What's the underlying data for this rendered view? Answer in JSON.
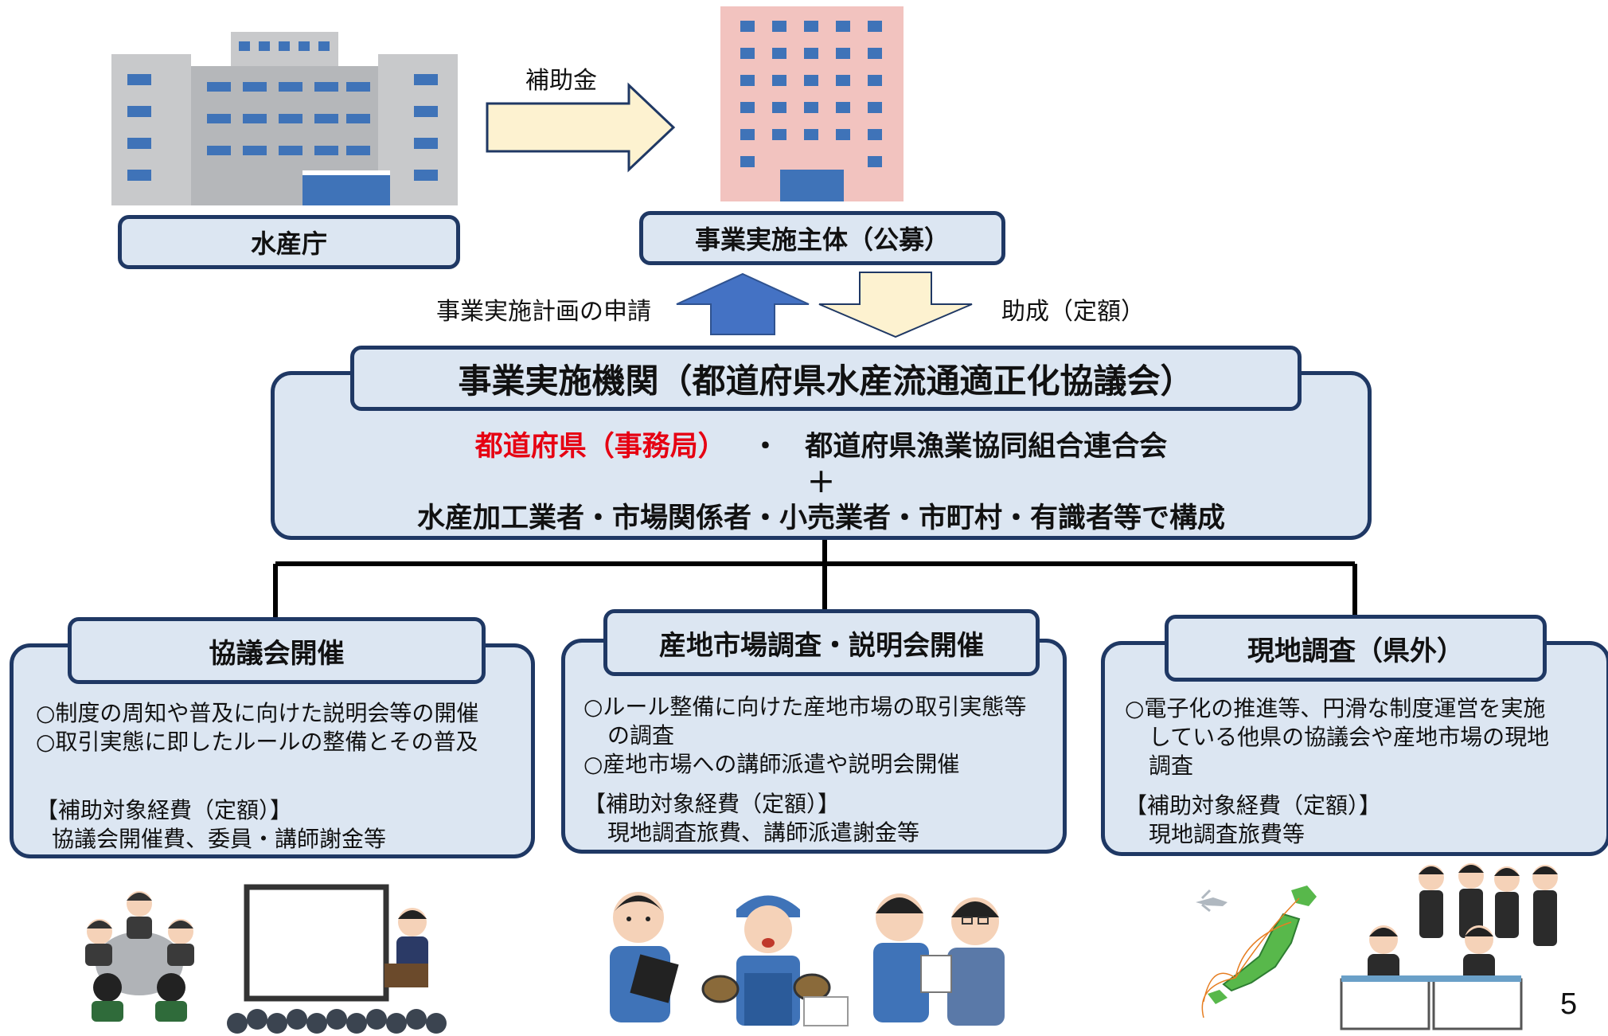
{
  "agency": {
    "label": "水産庁"
  },
  "subsidy_arrow": {
    "label": "補助金"
  },
  "implementer": {
    "label": "事業実施主体（公募）"
  },
  "apply_arrow": {
    "label": "事業実施計画の申請"
  },
  "grant_arrow": {
    "label": "助成（定額）"
  },
  "organization": {
    "title": "事業実施機関（都道府県水産流通適正化協議会）",
    "line1_red": "都道府県（事務局）",
    "line1_sep": "・",
    "line1_black": "都道府県漁業協同組合連合会",
    "plus": "＋",
    "line3": "水産加工業者・市場関係者・小売業者・市町村・有識者等で構成"
  },
  "activities": [
    {
      "title": "協議会開催",
      "items": [
        "○制度の周知や普及に向けた説明会等の開催",
        "○取引実態に即したルールの整備とその普及"
      ],
      "expense_title": "【補助対象経費（定額）】",
      "expense_detail": "協議会開催費、委員・講師謝金等"
    },
    {
      "title": "産地市場調査・説明会開催",
      "items": [
        "○ルール整備に向けた産地市場の取引実態等",
        "の調査",
        "○産地市場への講師派遣や説明会開催"
      ],
      "expense_title": "【補助対象経費（定額）】",
      "expense_detail": "現地調査旅費、講師派遣謝金等"
    },
    {
      "title": "現地調査（県外）",
      "items": [
        "○電子化の推進等、円滑な制度運営を実施",
        "している他県の協議会や産地市場の現地",
        "調査"
      ],
      "expense_title": "【補助対象経費（定額）】",
      "expense_detail": "現地調査旅費等"
    }
  ],
  "page_number": "5",
  "colors": {
    "box_fill": "#dce6f2",
    "box_border": "#1f3864",
    "highlight_red": "#e60012",
    "arrow_up_blue": "#4472c4",
    "arrow_yellow": "#fdf2d0"
  },
  "icons": [
    "government-building-icon",
    "office-building-icon",
    "meeting-illustration-icon",
    "presentation-illustration-icon",
    "market-survey-illustration-icon",
    "fisherman-illustration-icon",
    "handshake-illustration-icon",
    "japan-map-airplane-icon",
    "staff-office-illustration-icon"
  ]
}
